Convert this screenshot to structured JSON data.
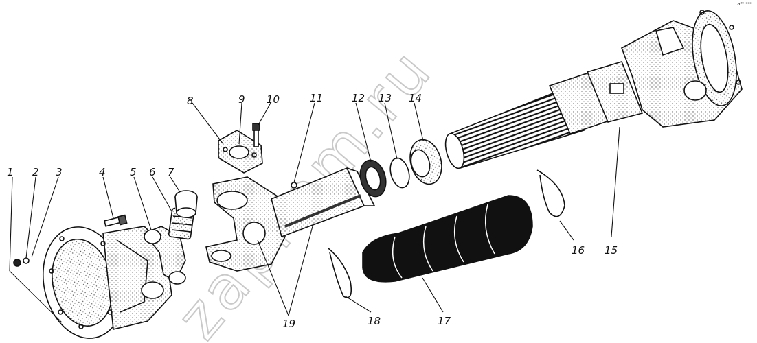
{
  "watermark": "zapkam.ru",
  "corner_mark": "a²⁵ ᵒᵒᵒ",
  "callouts": [
    "1",
    "2",
    "3",
    "4",
    "5",
    "6",
    "7",
    "8",
    "9",
    "10",
    "11",
    "12",
    "13",
    "14",
    "15",
    "16",
    "17",
    "18",
    "19"
  ]
}
